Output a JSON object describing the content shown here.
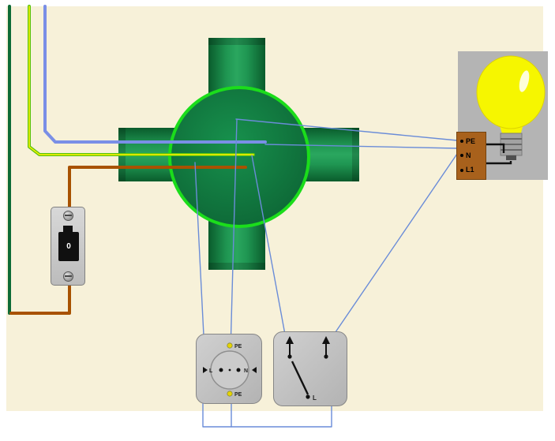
{
  "canvas": {
    "background": "#f7f1d9",
    "margin_background": "#ffffff"
  },
  "colors": {
    "wire_blue": "#7a8fe6",
    "wire_green": "#55c20e",
    "wire_yellow": "#f0ee00",
    "wire_brown": "#a85200",
    "wire_dark_green": "#0d6b36",
    "connection_line": "#6a8cd8",
    "junction_ring": "#1bdd1b",
    "bulb_yellow": "#f6f600",
    "terminal_block_brown": "#a8611c",
    "component_gray": "#c6c6c6",
    "panel_gray": "#b4b4b4"
  },
  "lamp": {
    "terminals": [
      {
        "label": "PE"
      },
      {
        "label": "N"
      },
      {
        "label": "L1"
      }
    ]
  },
  "breaker": {
    "state_label": "0"
  },
  "socket": {
    "pe_top_label": "PE",
    "pe_bottom_label": "PE",
    "line_label": "L",
    "neutral_label": "N"
  },
  "switch": {
    "line_label": "L"
  }
}
